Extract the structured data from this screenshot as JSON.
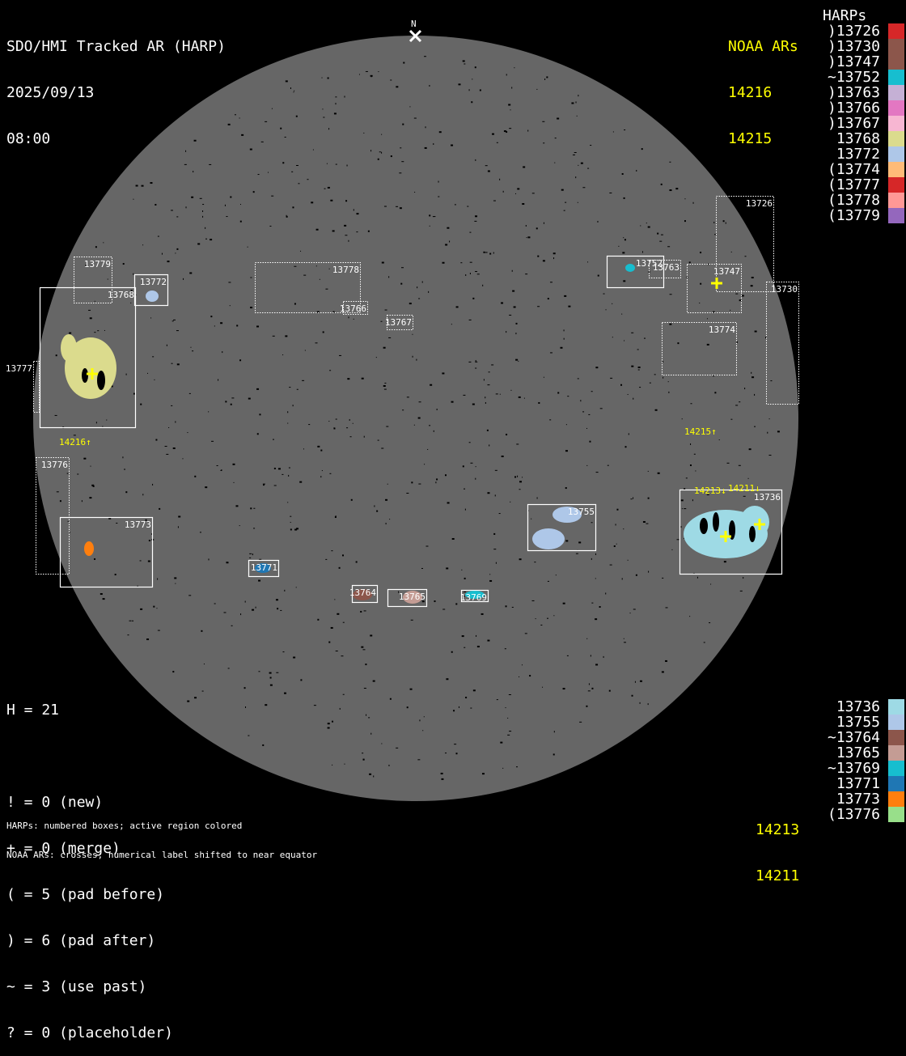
{
  "header": {
    "title": "SDO/HMI Tracked AR (HARP)",
    "date": "2025/09/13",
    "time": "08:00",
    "north_marker": "N"
  },
  "noaa_top": {
    "heading": "NOAA ARs",
    "items": [
      "14216",
      "14215"
    ]
  },
  "harps_legend": {
    "heading": "HARPs",
    "top": [
      {
        "label": ")13726",
        "color": "#d62728"
      },
      {
        "label": ")13730",
        "color": "#8c564b"
      },
      {
        "label": ")13747",
        "color": "#8c564b"
      },
      {
        "label": "~13752",
        "color": "#17becf"
      },
      {
        "label": ")13763",
        "color": "#c5b0d5"
      },
      {
        "label": ")13766",
        "color": "#e377c2"
      },
      {
        "label": ")13767",
        "color": "#f7b6d2"
      },
      {
        "label": "13768",
        "color": "#dbdb8d"
      },
      {
        "label": "13772",
        "color": "#aec7e8"
      },
      {
        "label": "(13774",
        "color": "#ffbb78"
      },
      {
        "label": "(13777",
        "color": "#d62728"
      },
      {
        "label": "(13778",
        "color": "#ff9896"
      },
      {
        "label": "(13779",
        "color": "#9467bd"
      }
    ],
    "bottom": [
      {
        "label": "13736",
        "color": "#9edae5"
      },
      {
        "label": "13755",
        "color": "#aec7e8"
      },
      {
        "label": "~13764",
        "color": "#8c564b"
      },
      {
        "label": "13765",
        "color": "#c49c94"
      },
      {
        "label": "~13769",
        "color": "#17becf"
      },
      {
        "label": "13771",
        "color": "#1f77b4"
      },
      {
        "label": "13773",
        "color": "#ff7f0e"
      },
      {
        "label": "(13776",
        "color": "#98df8a"
      }
    ]
  },
  "noaa_bottom": {
    "items": [
      "14213",
      "14211"
    ]
  },
  "stats": {
    "h": "H = 21",
    "lines": [
      "! = 0 (new)",
      "+ = 0 (merge)",
      "( = 5 (pad before)",
      ") = 6 (pad after)",
      "~ = 3 (use past)",
      "? = 0 (placeholder)"
    ]
  },
  "notes": [
    "HARPs: numbered boxes; active region colored",
    "NOAA ARs: crosses; numerical label shifted to near equator"
  ],
  "disk_boxes": [
    "13726",
    "13730",
    "13747",
    "13752",
    "13763",
    "13774",
    "13778",
    "13766",
    "13767",
    "13779",
    "13772",
    "13768",
    "13777",
    "13776",
    "13773",
    "13771",
    "13764",
    "13765",
    "13769",
    "13755",
    "13736"
  ],
  "noaa_labels": [
    "14216↑",
    "14215↑",
    "14213↓",
    "14211↓"
  ],
  "colors": {
    "disk": "#666666",
    "noaa": "#ffff00"
  }
}
